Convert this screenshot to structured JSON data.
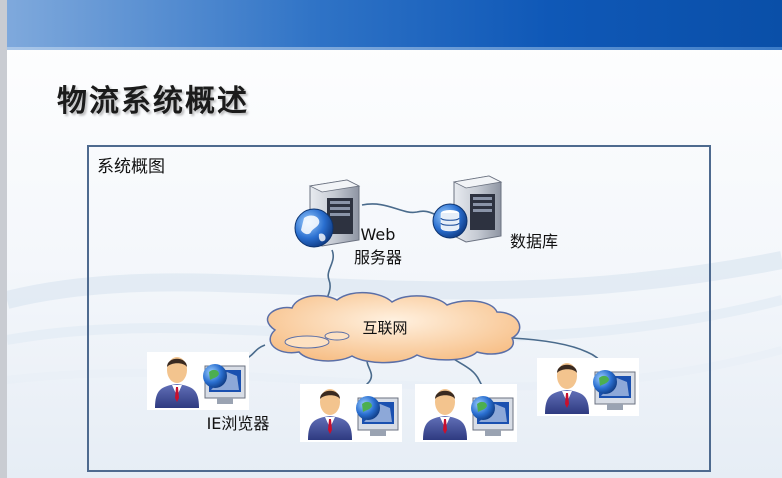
{
  "slide": {
    "title": "物流系统概述"
  },
  "diagram": {
    "box_label": "系统概图",
    "web_server_label_line1": "Web",
    "web_server_label_line2": "服务器",
    "database_label": "数据库",
    "internet_label": "互联网",
    "client_label": "IE浏览器"
  },
  "colors": {
    "header_blue": "#0f58b7",
    "box_border": "#4e6a8f",
    "cloud_fill": "#fcd3a8",
    "cloud_stroke": "#5b6fa7",
    "cable": "#4a6b8c"
  },
  "icons": {
    "server": "server-tower-icon",
    "globe": "globe-icon",
    "database": "database-disk-icon",
    "user": "businessman-avatar-icon",
    "monitor": "monitor-globe-icon"
  }
}
